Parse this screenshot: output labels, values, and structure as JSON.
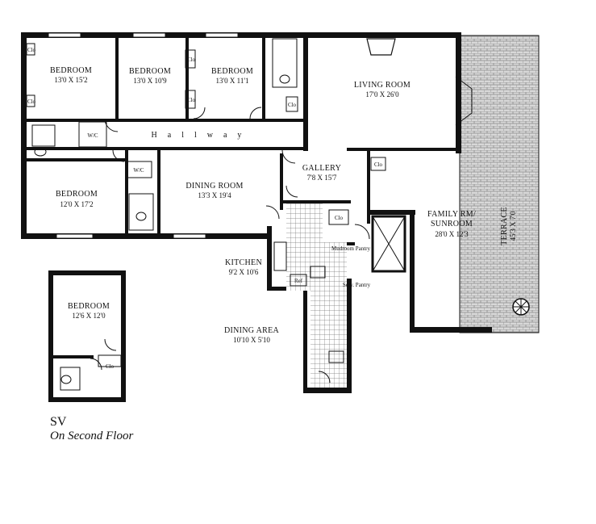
{
  "rooms": {
    "bedroom1": {
      "name": "BEDROOM",
      "dim": "13'0 X 15'2"
    },
    "bedroom2": {
      "name": "BEDROOM",
      "dim": "13'0 X 10'9"
    },
    "bedroom3": {
      "name": "BEDROOM",
      "dim": "13'0 X 11'1"
    },
    "living": {
      "name": "LIVING ROOM",
      "dim": "17'0 X 26'0"
    },
    "bedroom4": {
      "name": "BEDROOM",
      "dim": "12'0 X 17'2"
    },
    "dining": {
      "name": "DINING ROOM",
      "dim": "13'3 X 19'4"
    },
    "gallery": {
      "name": "GALLERY",
      "dim": "7'8 X 15'7"
    },
    "family": {
      "name": "FAMILY RM/",
      "name2": "SUNROOM",
      "dim": "28'0 X 12'3"
    },
    "terrace": {
      "name": "TERRACE",
      "dim": "45'3 X 7'0"
    },
    "kitchen": {
      "name": "KITCHEN",
      "dim": "9'2 X 10'6"
    },
    "dining_area": {
      "name": "DINING AREA",
      "dim": "10'10 X 5'10"
    },
    "bedroom5": {
      "name": "BEDROOM",
      "dim": "12'6 X 12'0"
    }
  },
  "hallway": "Hallway",
  "small_labels": {
    "closet": "Clo",
    "wic": "W/C",
    "ref": "Ref",
    "mudroom": "Mudroom Pantry",
    "service": "Serv. Pantry"
  },
  "caption": {
    "sv": "SV",
    "floor": "On Second Floor"
  }
}
